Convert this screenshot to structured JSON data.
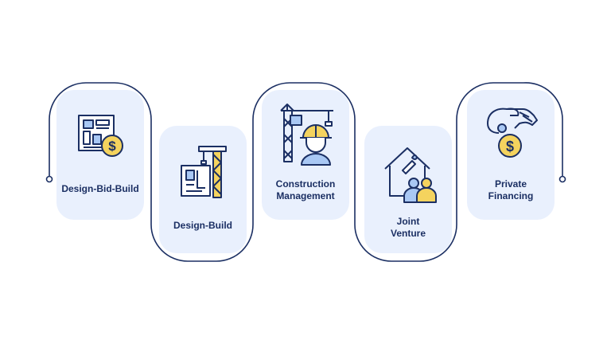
{
  "colors": {
    "outline": "#1b2f63",
    "card_fill": "#e9f0fd",
    "accent_yellow": "#f4d35e",
    "accent_blue": "#a9c8f4"
  },
  "steps": [
    {
      "label": "Design-Bid-Build",
      "icon": "blueprint-dollar-icon"
    },
    {
      "label": "Design-Build",
      "icon": "blueprint-crane-icon"
    },
    {
      "label": "Construction\nManagement",
      "icon": "crane-worker-icon"
    },
    {
      "label": "Joint\nVenture",
      "icon": "house-partners-icon"
    },
    {
      "label": "Private\nFinancing",
      "icon": "hand-coin-icon"
    }
  ]
}
